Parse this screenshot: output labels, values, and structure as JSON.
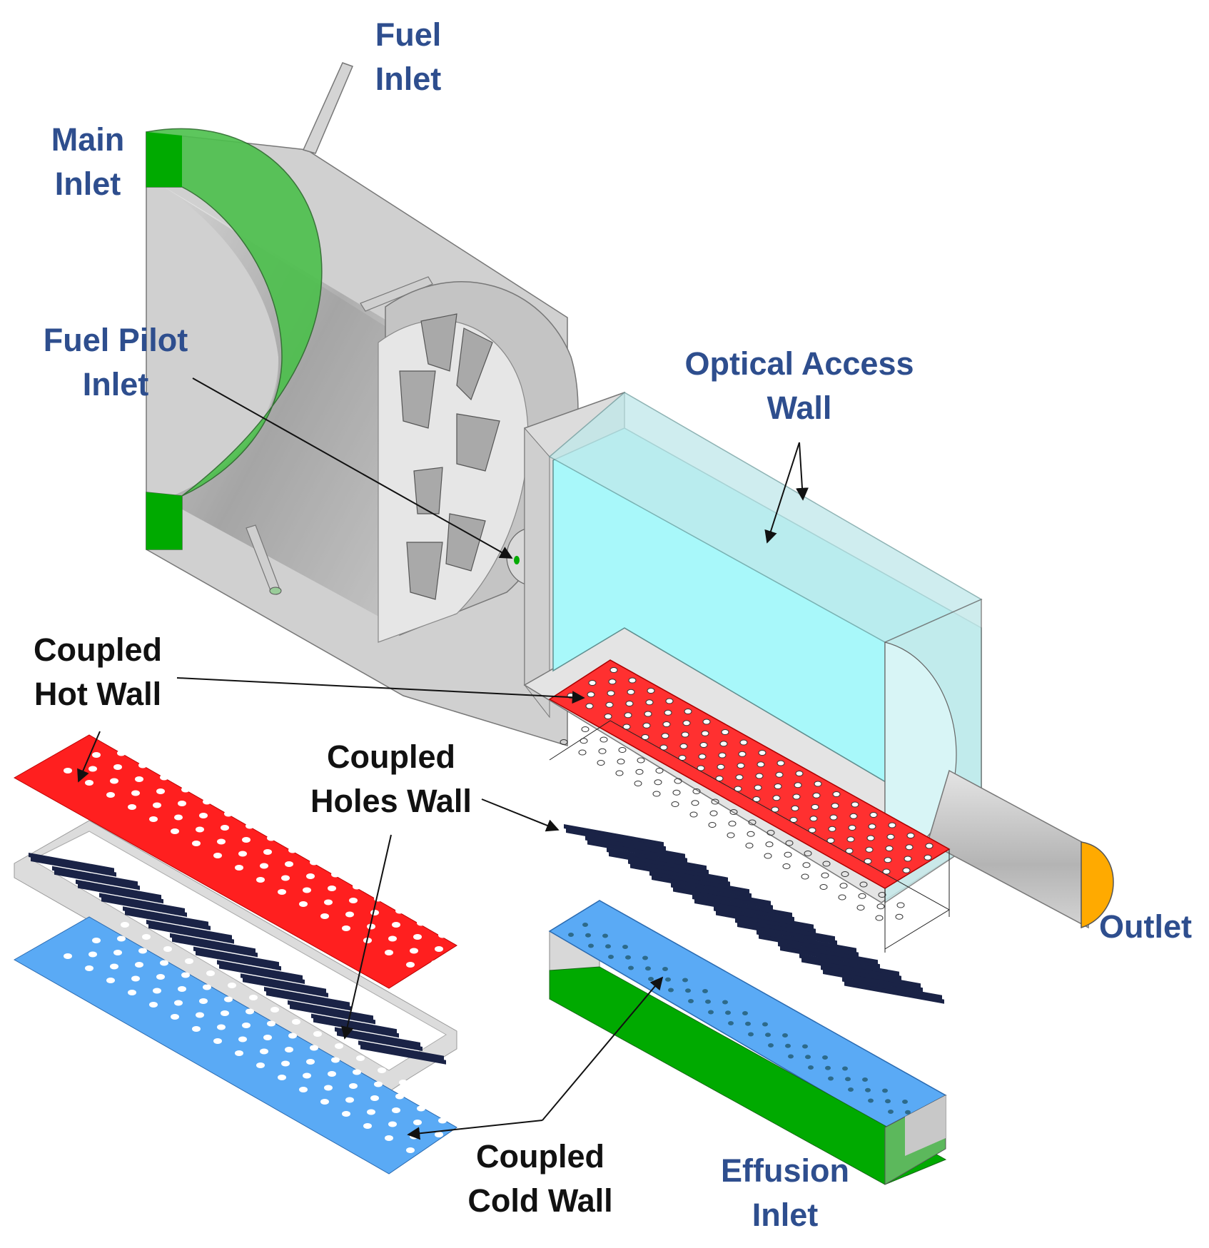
{
  "colors": {
    "label_blue": "#2E4E8E",
    "label_black": "#111111",
    "inlet_green": "#00AA00",
    "hot_red": "#FF2020",
    "cold_blue": "#5AAAF5",
    "optical_cyan": "#A8F8FA",
    "outlet_orange": "#FFAA00",
    "hole_navy": "#1A2346",
    "body_gray": "#C8C8C8"
  },
  "labels": {
    "fuel_inlet": [
      "Fuel",
      "Inlet"
    ],
    "main_inlet": [
      "Main",
      "Inlet"
    ],
    "fuel_pilot_inlet": [
      "Fuel Pilot",
      "Inlet"
    ],
    "optical_access_wall": [
      "Optical Access",
      "Wall"
    ],
    "coupled_hot_wall": [
      "Coupled",
      "Hot Wall"
    ],
    "coupled_holes_wall": [
      "Coupled",
      "Holes Wall"
    ],
    "outlet": [
      "Outlet"
    ],
    "coupled_cold_wall": [
      "Coupled",
      "Cold Wall"
    ],
    "effusion_inlet": [
      "Effusion",
      "Inlet"
    ]
  }
}
